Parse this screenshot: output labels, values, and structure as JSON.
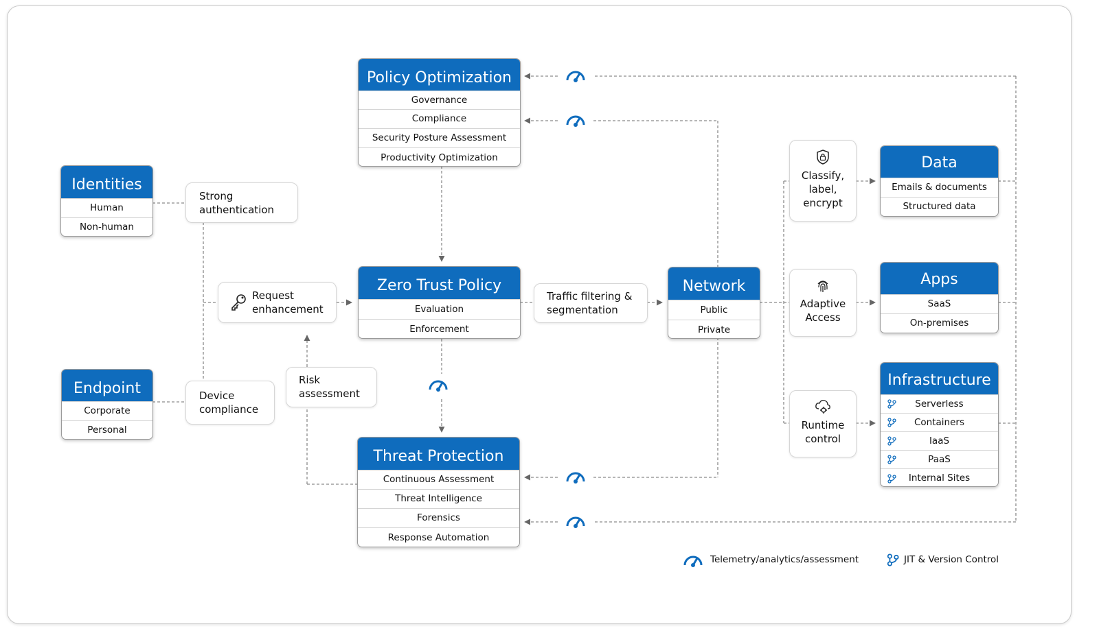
{
  "boxes": {
    "policy_optimization": {
      "title": "Policy Optimization",
      "items": [
        "Governance",
        "Compliance",
        "Security Posture Assessment",
        "Productivity Optimization"
      ]
    },
    "identities": {
      "title": "Identities",
      "items": [
        "Human",
        "Non-human"
      ]
    },
    "endpoint": {
      "title": "Endpoint",
      "items": [
        "Corporate",
        "Personal"
      ]
    },
    "zero_trust_policy": {
      "title": "Zero Trust Policy",
      "items": [
        "Evaluation",
        "Enforcement"
      ]
    },
    "network": {
      "title": "Network",
      "items": [
        "Public",
        "Private"
      ]
    },
    "threat_protection": {
      "title": "Threat Protection",
      "items": [
        "Continuous Assessment",
        "Threat Intelligence",
        "Forensics",
        "Response Automation"
      ]
    },
    "data": {
      "title": "Data",
      "items": [
        "Emails & documents",
        "Structured data"
      ]
    },
    "apps": {
      "title": "Apps",
      "items": [
        "SaaS",
        "On-premises"
      ]
    },
    "infrastructure": {
      "title": "Infrastructure",
      "items": [
        "Serverless",
        "Containers",
        "IaaS",
        "PaaS",
        "Internal Sites"
      ]
    }
  },
  "labels": {
    "strong_auth": "Strong authentication",
    "request_enhancement": "Request enhancement",
    "device_compliance": "Device compliance",
    "risk_assessment": "Risk assessment",
    "traffic_filtering": "Traffic filtering & segmentation",
    "classify": "Classify, label, encrypt",
    "adaptive_access": "Adaptive Access",
    "runtime_control": "Runtime control"
  },
  "legend": {
    "telemetry": "Telemetry/analytics/assessment",
    "jit": "JIT & Version Control"
  },
  "icons": {
    "telemetry": "gauge-icon",
    "jit": "branch-icon",
    "key": "key-icon",
    "shield": "shield-lock-icon",
    "fingerprint": "fingerprint-icon",
    "cloud": "cloud-gear-icon"
  },
  "colors": {
    "accent": "#0f6cbd",
    "connector": "#8a8a8a"
  }
}
